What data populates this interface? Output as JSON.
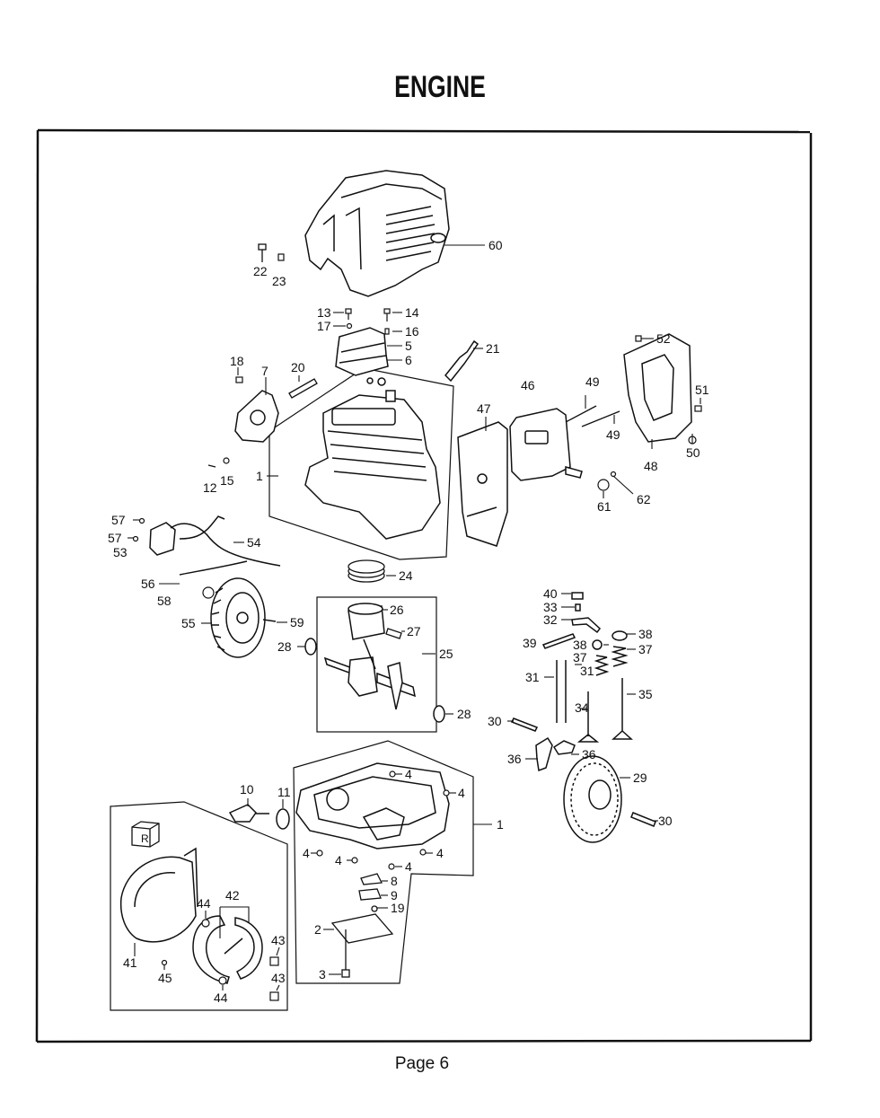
{
  "title": "ENGINE",
  "footer": "Page 6",
  "box_badge": "R",
  "colors": {
    "ink": "#111111",
    "paper": "#ffffff"
  },
  "callouts": [
    {
      "id": "60",
      "text": "60"
    },
    {
      "id": "22",
      "text": "22"
    },
    {
      "id": "23",
      "text": "23"
    },
    {
      "id": "13",
      "text": "13"
    },
    {
      "id": "17",
      "text": "17"
    },
    {
      "id": "14",
      "text": "14"
    },
    {
      "id": "16",
      "text": "16"
    },
    {
      "id": "5",
      "text": "5"
    },
    {
      "id": "6",
      "text": "6"
    },
    {
      "id": "21",
      "text": "21"
    },
    {
      "id": "52",
      "text": "52"
    },
    {
      "id": "18",
      "text": "18"
    },
    {
      "id": "7",
      "text": "7"
    },
    {
      "id": "20",
      "text": "20"
    },
    {
      "id": "46",
      "text": "46"
    },
    {
      "id": "49a",
      "text": "49"
    },
    {
      "id": "49b",
      "text": "49"
    },
    {
      "id": "51",
      "text": "51"
    },
    {
      "id": "47",
      "text": "47"
    },
    {
      "id": "50",
      "text": "50"
    },
    {
      "id": "48",
      "text": "48"
    },
    {
      "id": "1a",
      "text": "1"
    },
    {
      "id": "12",
      "text": "12"
    },
    {
      "id": "15",
      "text": "15"
    },
    {
      "id": "62",
      "text": "62"
    },
    {
      "id": "61",
      "text": "61"
    },
    {
      "id": "57a",
      "text": "57"
    },
    {
      "id": "57b",
      "text": "57"
    },
    {
      "id": "53",
      "text": "53"
    },
    {
      "id": "54",
      "text": "54"
    },
    {
      "id": "24",
      "text": "24"
    },
    {
      "id": "56",
      "text": "56"
    },
    {
      "id": "58",
      "text": "58"
    },
    {
      "id": "40",
      "text": "40"
    },
    {
      "id": "33",
      "text": "33"
    },
    {
      "id": "32",
      "text": "32"
    },
    {
      "id": "26",
      "text": "26"
    },
    {
      "id": "55",
      "text": "55"
    },
    {
      "id": "59",
      "text": "59"
    },
    {
      "id": "27",
      "text": "27"
    },
    {
      "id": "38a",
      "text": "38"
    },
    {
      "id": "39",
      "text": "39"
    },
    {
      "id": "38b",
      "text": "38"
    },
    {
      "id": "37a",
      "text": "37"
    },
    {
      "id": "37b",
      "text": "37"
    },
    {
      "id": "28a",
      "text": "28"
    },
    {
      "id": "25",
      "text": "25"
    },
    {
      "id": "31a",
      "text": "31"
    },
    {
      "id": "31b",
      "text": "31"
    },
    {
      "id": "35",
      "text": "35"
    },
    {
      "id": "34",
      "text": "34"
    },
    {
      "id": "28b",
      "text": "28"
    },
    {
      "id": "30a",
      "text": "30"
    },
    {
      "id": "36a",
      "text": "36"
    },
    {
      "id": "36b",
      "text": "36"
    },
    {
      "id": "4a",
      "text": "4"
    },
    {
      "id": "29",
      "text": "29"
    },
    {
      "id": "10",
      "text": "10"
    },
    {
      "id": "11",
      "text": "11"
    },
    {
      "id": "4b",
      "text": "4"
    },
    {
      "id": "1b",
      "text": "1"
    },
    {
      "id": "30b",
      "text": "30"
    },
    {
      "id": "4c",
      "text": "4"
    },
    {
      "id": "4d",
      "text": "4"
    },
    {
      "id": "4e",
      "text": "4"
    },
    {
      "id": "4f",
      "text": "4"
    },
    {
      "id": "8",
      "text": "8"
    },
    {
      "id": "9",
      "text": "9"
    },
    {
      "id": "19",
      "text": "19"
    },
    {
      "id": "44a",
      "text": "44"
    },
    {
      "id": "42",
      "text": "42"
    },
    {
      "id": "2",
      "text": "2"
    },
    {
      "id": "43a",
      "text": "43"
    },
    {
      "id": "41",
      "text": "41"
    },
    {
      "id": "45",
      "text": "45"
    },
    {
      "id": "3",
      "text": "3"
    },
    {
      "id": "43b",
      "text": "43"
    },
    {
      "id": "44b",
      "text": "44"
    }
  ]
}
